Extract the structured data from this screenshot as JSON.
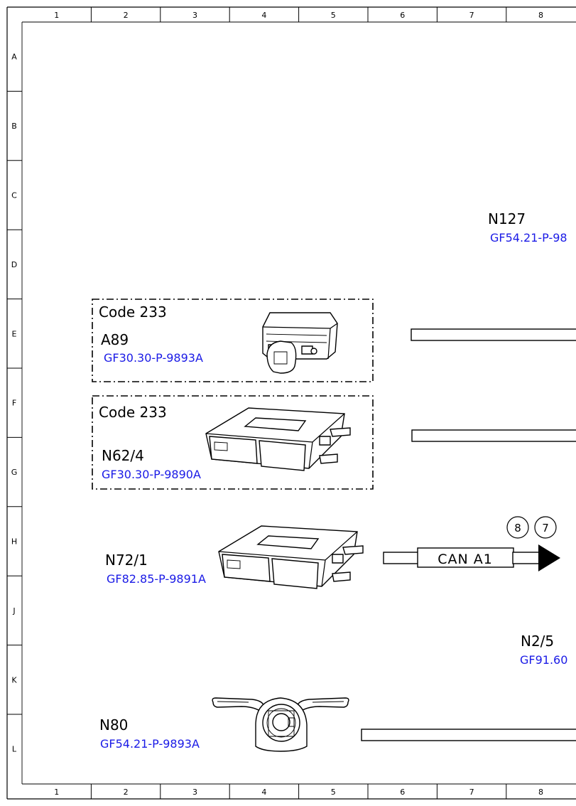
{
  "grid": {
    "columns": [
      "1",
      "2",
      "3",
      "4",
      "5",
      "6",
      "7",
      "8"
    ],
    "rows": [
      "A",
      "B",
      "C",
      "D",
      "E",
      "F",
      "G",
      "H",
      "J",
      "K",
      "L"
    ]
  },
  "colors": {
    "line": "#000000",
    "reference_link": "#1a1ae6",
    "background": "#ffffff"
  },
  "components": {
    "n127": {
      "name": "N127",
      "ref": "GF54.21-P-98"
    },
    "a89": {
      "code": "Code 233",
      "name": "A89",
      "ref": "GF30.30-P-9893A",
      "icon": "sensor-unit-icon"
    },
    "n62_4": {
      "code": "Code 233",
      "name": "N62/4",
      "ref": "GF30.30-P-9890A",
      "icon": "control-unit-icon"
    },
    "n72_1": {
      "name": "N72/1",
      "ref": "GF82.85-P-9891A",
      "icon": "control-unit-icon"
    },
    "n2_5": {
      "name": "N2/5",
      "ref": "GF91.60"
    },
    "n80": {
      "name": "N80",
      "ref": "GF54.21-P-9893A",
      "icon": "steering-column-module-icon"
    }
  },
  "can_bus": {
    "label": "CAN A1",
    "markers": [
      "8",
      "7"
    ]
  }
}
